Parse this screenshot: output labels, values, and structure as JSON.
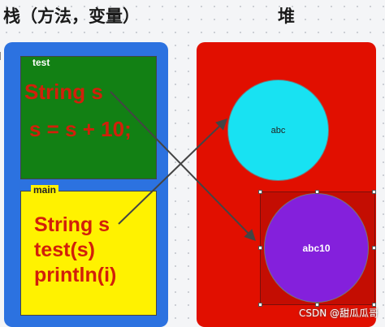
{
  "headings": {
    "stack": "栈（方法，变量）",
    "heap": "堆"
  },
  "frames": {
    "test": {
      "label": "test",
      "lines": [
        "String s",
        "s = s + 10;"
      ]
    },
    "main": {
      "label": "main",
      "lines": [
        "String s",
        "test(s)",
        "println(i)"
      ]
    }
  },
  "objects": {
    "abc": "abc",
    "abc10": "abc10"
  },
  "watermark": "CSDN @甜瓜瓜哥",
  "colors": {
    "stack_panel": "#2c72e0",
    "test_frame": "#128014",
    "main_frame": "#fff200",
    "heap_panel": "#e10f00",
    "abc_object": "#18e2f2",
    "abc10_object": "#8420dc",
    "code_text": "#d21f0a",
    "arrow": "#444444"
  }
}
